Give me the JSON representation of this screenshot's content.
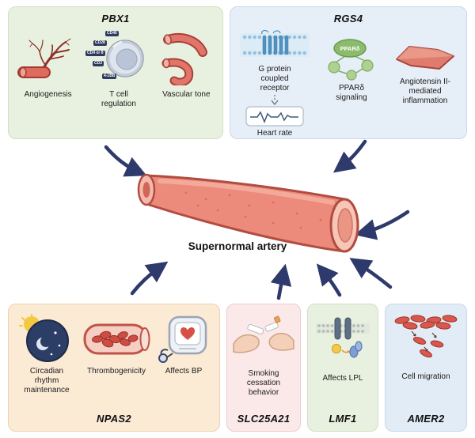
{
  "figure": {
    "center_label": "Supernormal artery"
  },
  "pbx1": {
    "title": "PBX1",
    "items": [
      {
        "label": "Angiogenesis"
      },
      {
        "label": "T cell regulation"
      },
      {
        "label": "Vascular tone"
      }
    ],
    "tcell_receptors": [
      "CD40",
      "CD28",
      "CD4 or 8",
      "CD3",
      "4-1BB"
    ]
  },
  "rgs4": {
    "title": "RGS4",
    "items": [
      {
        "label": "G protein coupled receptor"
      },
      {
        "label": "PPARδ signaling"
      },
      {
        "label": "Angiotensin II- mediated inflammation"
      }
    ],
    "ppar_badge": "PPARδ",
    "heart_rate_label": "Heart rate"
  },
  "npas2": {
    "title": "NPAS2",
    "items": [
      {
        "label": "Circadian rhythm maintenance"
      },
      {
        "label": "Thrombogenicity"
      },
      {
        "label": "Affects BP"
      }
    ]
  },
  "slc25a21": {
    "title": "SLC25A21",
    "items": [
      {
        "label": "Smoking cessation behavior"
      }
    ]
  },
  "lmf1": {
    "title": "LMF1",
    "items": [
      {
        "label": "Affects LPL"
      }
    ]
  },
  "amer2": {
    "title": "AMER2",
    "items": [
      {
        "label": "Cell migration"
      }
    ]
  },
  "colors": {
    "arrow": "#2e3a6b",
    "artery_fill": "#ec8b7c",
    "artery_outline": "#b14c41",
    "panel_pbx1": "#e8f1df",
    "panel_rgs4": "#e6eef7",
    "panel_npas2": "#fbead4",
    "panel_slc25a21": "#fbe9e9",
    "panel_lmf1": "#e8f1df",
    "panel_amer2": "#e2ecf6"
  }
}
